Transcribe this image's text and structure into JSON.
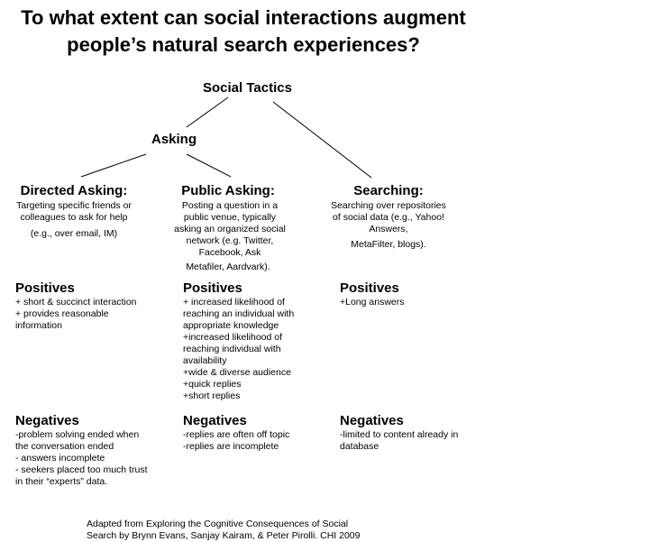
{
  "title_line1": "To what extent can social interactions augment",
  "title_line2": "people’s natural search experiences?",
  "root": "Social Tactics",
  "asking": "Asking",
  "columns": [
    {
      "title": "Directed Asking:",
      "description": "Targeting specific friends or colleagues to ask for help",
      "example": "(e.g., over email, IM)",
      "positives_heading": "Positives",
      "positives": [
        "+ short & succinct interaction",
        "+ provides reasonable information"
      ],
      "negatives_heading": "Negatives",
      "negatives": [
        "-problem solving ended when the conversation ended",
        "- answers incomplete",
        "- seekers placed too much trust in their “experts” data."
      ]
    },
    {
      "title": "Public Asking:",
      "description": "Posting a question in a public venue, typically asking an organized social network (e.g. Twitter, Facebook, Ask",
      "example": "Metafiler, Aardvark).",
      "positives_heading": "Positives",
      "positives": [
        "+ increased likelihood of reaching an individual with appropriate knowledge",
        "+increased likelihood of reaching individual with availability",
        "+wide & diverse audience",
        "+quick replies",
        "+short replies"
      ],
      "negatives_heading": "Negatives",
      "negatives": [
        "-replies are often off topic",
        "-replies are incomplete"
      ]
    },
    {
      "title": "Searching:",
      "description": "Searching over repositories of social data (e.g., Yahoo! Answers,",
      "example": "MetaFilter, blogs).",
      "positives_heading": "Positives",
      "positives": [
        "+Long answers"
      ],
      "negatives_heading": "Negatives",
      "negatives": [
        "-limited to content already in database"
      ]
    }
  ],
  "footer_line1": "Adapted from Exploring the Cognitive Consequences of Social",
  "footer_line2": "Search by  Brynn Evans, Sanjay Kairam, & Peter Pirolli. CHI 2009"
}
